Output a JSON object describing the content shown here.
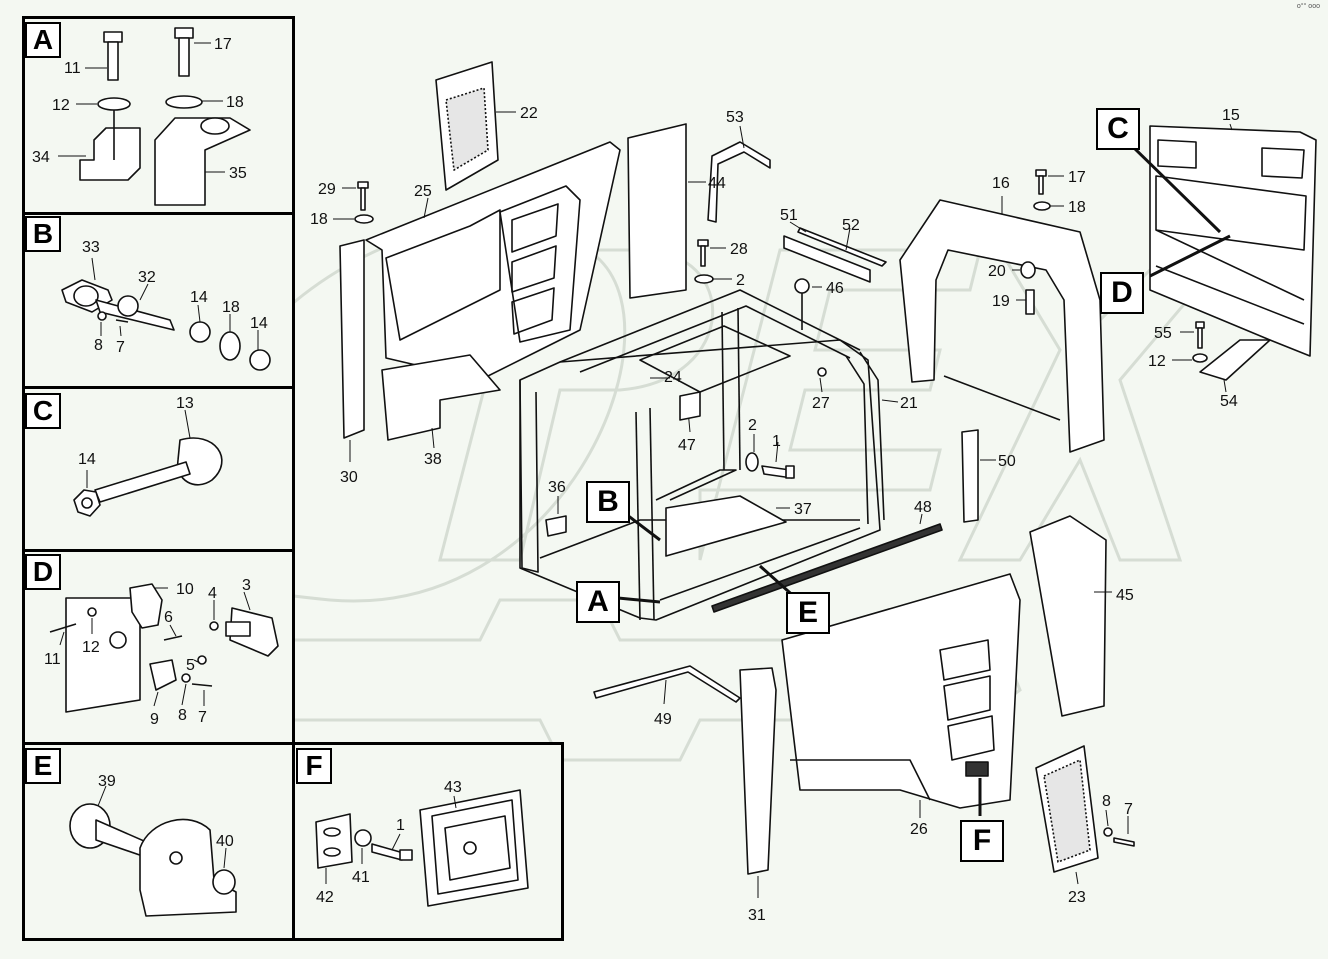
{
  "corner_code": "o°° ooo",
  "watermark": "OPEX",
  "detail_panels": [
    {
      "id": "A",
      "label": "A"
    },
    {
      "id": "B",
      "label": "B"
    },
    {
      "id": "C",
      "label": "C"
    },
    {
      "id": "D",
      "label": "D"
    },
    {
      "id": "E",
      "label": "E"
    },
    {
      "id": "F",
      "label": "F"
    }
  ],
  "main_callouts": {
    "A": "A",
    "B": "B",
    "C": "C",
    "D": "D",
    "E": "E",
    "F": "F"
  },
  "part_numbers": {
    "pA": [
      "11",
      "12",
      "34",
      "17",
      "18",
      "35"
    ],
    "pB": [
      "33",
      "32",
      "14",
      "18",
      "14",
      "8",
      "7"
    ],
    "pC": [
      "13",
      "14"
    ],
    "pD": [
      "10",
      "3",
      "6",
      "4",
      "11",
      "12",
      "5",
      "9",
      "8",
      "7"
    ],
    "pE": [
      "39",
      "40"
    ],
    "pF": [
      "43",
      "1",
      "42",
      "41"
    ],
    "main": [
      "22",
      "53",
      "44",
      "29",
      "18",
      "25",
      "28",
      "2",
      "51",
      "52",
      "46",
      "16",
      "17",
      "18",
      "15",
      "20",
      "19",
      "55",
      "12",
      "54",
      "24",
      "27",
      "21",
      "47",
      "2",
      "1",
      "30",
      "38",
      "36",
      "37",
      "50",
      "48",
      "45",
      "49",
      "26",
      "31",
      "23",
      "8",
      "7"
    ]
  }
}
